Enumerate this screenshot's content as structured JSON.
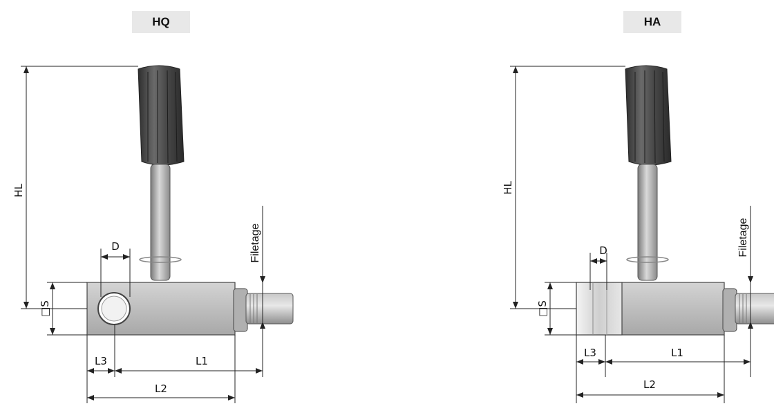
{
  "diagrams": [
    {
      "tag": "HQ",
      "labels": {
        "hl": "HL",
        "d": "D",
        "s": "□S",
        "filetage": "Filetage",
        "l1": "L1",
        "l2": "L2",
        "l3": "L3"
      }
    },
    {
      "tag": "HA",
      "labels": {
        "hl": "HL",
        "d": "D",
        "s": "□S",
        "filetage": "Filetage",
        "l1": "L1",
        "l2": "L2",
        "l3": "L3"
      }
    }
  ],
  "colors": {
    "knob": "#4a4a4a",
    "metal": "#b8b8b8",
    "line": "#222222"
  }
}
